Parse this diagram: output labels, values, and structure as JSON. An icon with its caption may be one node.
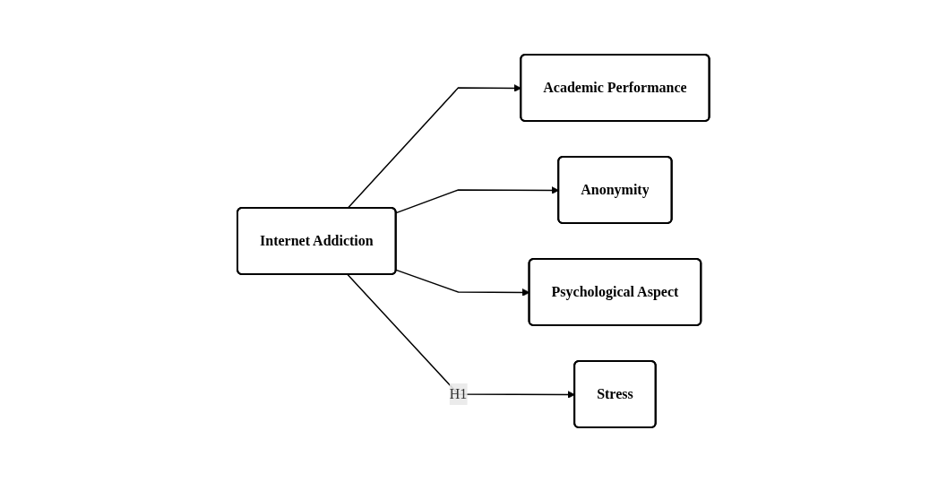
{
  "diagram": {
    "nodes": [
      {
        "text": [
          "Academic Performance"
        ]
      },
      {
        "text": [
          "Anonymity"
        ]
      },
      {
        "text": [
          "Psychological Aspect"
        ]
      },
      {
        "text": [
          "Internet Addiction"
        ]
      },
      {
        "text": [
          "Stress"
        ]
      }
    ],
    "edges": [
      {
        "from": 3,
        "to": 0,
        "arrow": "to"
      },
      {
        "from": 3,
        "to": 1,
        "arrow": "to"
      },
      {
        "from": 3,
        "to": 2,
        "arrow": "to"
      },
      {
        "from": 3,
        "to": 4,
        "arrow": "to",
        "label": "H1"
      }
    ]
  }
}
